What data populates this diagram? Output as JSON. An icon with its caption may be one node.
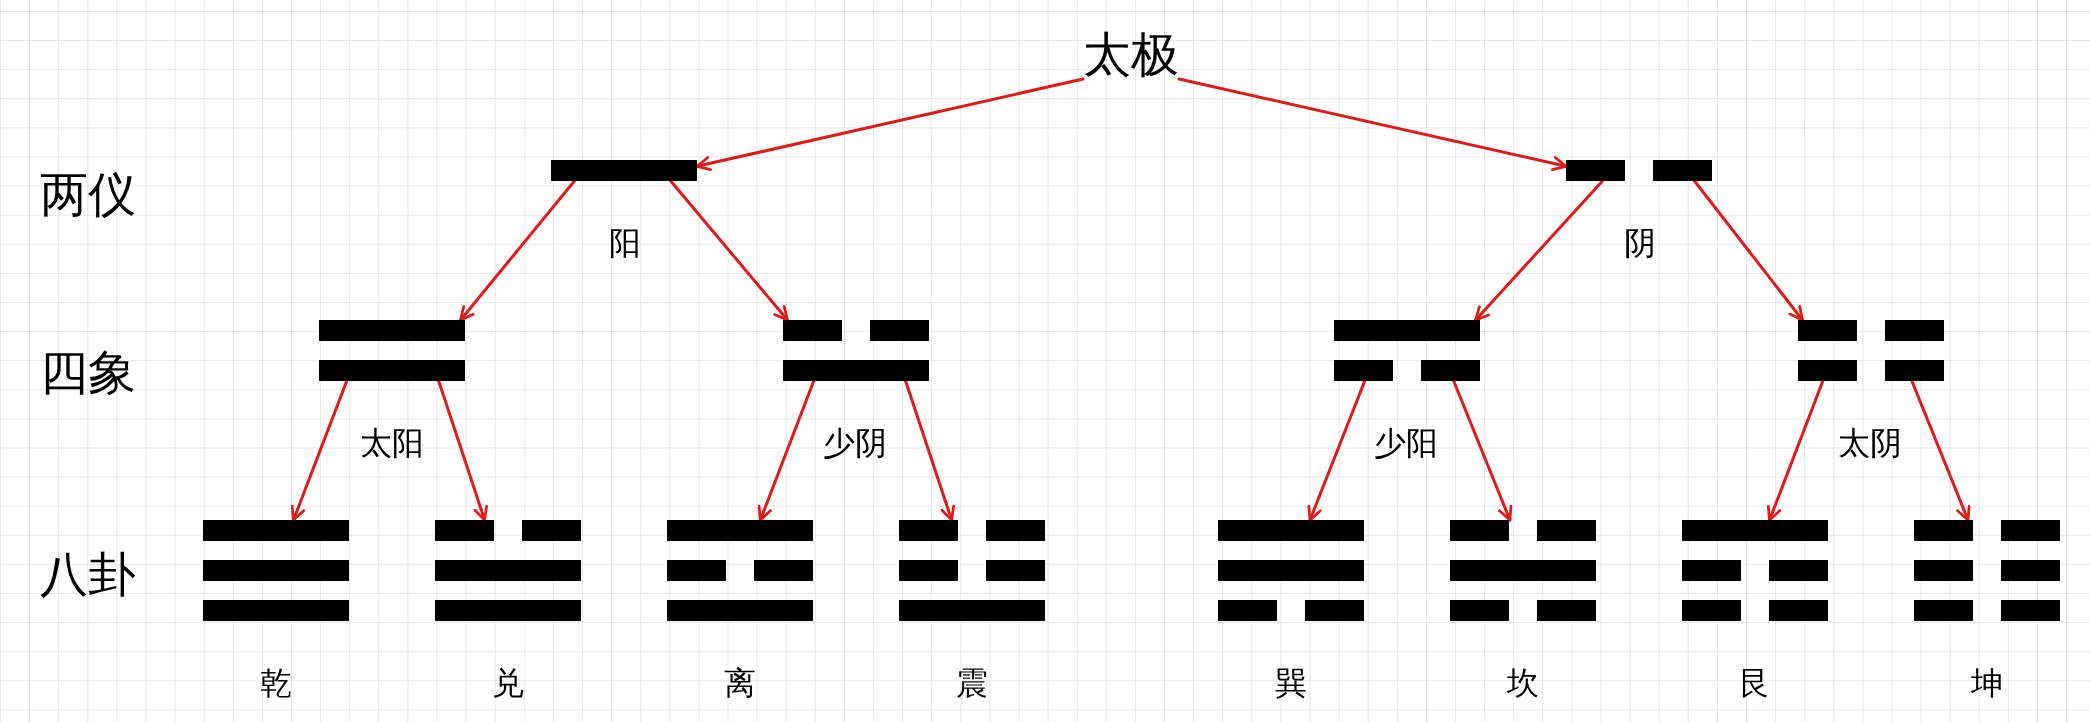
{
  "diagram": {
    "nodes": [
      {
        "text": [
          "太极"
        ]
      },
      {
        "text": [],
        "shape": "bar",
        "beside": [
          "阳"
        ]
      },
      {
        "text": [],
        "shape": "picture",
        "beside": [
          "阴"
        ]
      },
      {
        "text": [],
        "shape": "picture",
        "beside": [
          "太阳"
        ]
      },
      {
        "text": [],
        "shape": "picture",
        "beside": [
          "少阴"
        ]
      },
      {
        "text": [],
        "shape": "picture",
        "beside": [
          "少阳"
        ]
      },
      {
        "text": [],
        "shape": "picture",
        "beside": [
          "太阴"
        ]
      },
      {
        "text": [],
        "shape": "picture",
        "beside": [
          "乾"
        ]
      },
      {
        "text": [],
        "shape": "picture",
        "beside": [
          "兑"
        ]
      },
      {
        "text": [],
        "shape": "picture",
        "beside": [
          "离"
        ]
      },
      {
        "text": [],
        "shape": "picture",
        "beside": [
          "震"
        ]
      },
      {
        "text": [],
        "shape": "picture",
        "beside": [
          "巽"
        ]
      },
      {
        "text": [],
        "shape": "picture",
        "beside": [
          "坎"
        ]
      },
      {
        "text": [],
        "shape": "picture",
        "beside": [
          "艮"
        ]
      },
      {
        "text": [],
        "shape": "picture",
        "beside": [
          "坤"
        ]
      }
    ],
    "edges": [
      {
        "from": 0,
        "to": 1,
        "arrow": "to"
      },
      {
        "from": 0,
        "to": 2,
        "arrow": "to"
      },
      {
        "from": 1,
        "to": 3,
        "arrow": "to"
      },
      {
        "from": 1,
        "to": 4,
        "arrow": "to"
      },
      {
        "from": 2,
        "to": 5,
        "arrow": "to"
      },
      {
        "from": 2,
        "to": 6,
        "arrow": "to"
      },
      {
        "from": 3,
        "to": 7,
        "arrow": "to"
      },
      {
        "from": 3,
        "to": 8,
        "arrow": "to"
      },
      {
        "from": 4,
        "to": 9,
        "arrow": "to"
      },
      {
        "from": 4,
        "to": 10,
        "arrow": "to"
      },
      {
        "from": 5,
        "to": 11,
        "arrow": "to"
      },
      {
        "from": 5,
        "to": 12,
        "arrow": "to"
      },
      {
        "from": 6,
        "to": 13,
        "arrow": "to"
      },
      {
        "from": 6,
        "to": 14,
        "arrow": "to"
      }
    ],
    "labels": [
      "两仪",
      "四象",
      "八卦"
    ]
  }
}
